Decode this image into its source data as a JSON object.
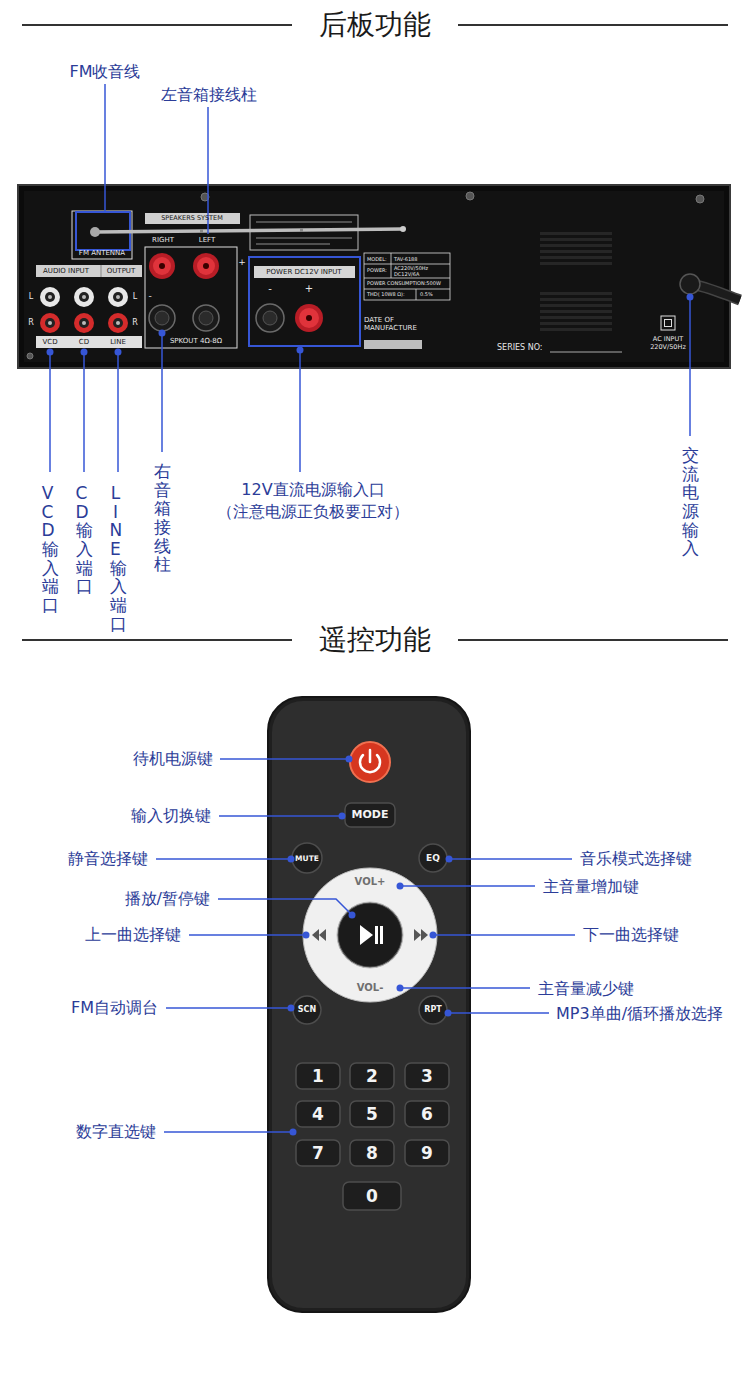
{
  "diagram": {
    "title": "后板功能",
    "nodes": [
      {
        "text": [
          "MODE"
        ]
      },
      {
        "text": [
          "MUTE"
        ]
      },
      {
        "text": [
          "EQ"
        ]
      },
      {
        "text": [
          "VOL+",
          "VOL-"
        ]
      },
      {
        "text": [
          "SCN"
        ]
      },
      {
        "text": [
          "RPT"
        ]
      },
      {
        "text": [
          "1"
        ]
      },
      {
        "text": [
          "2"
        ]
      },
      {
        "text": [
          "3"
        ]
      },
      {
        "text": [
          "4"
        ]
      },
      {
        "text": [
          "5"
        ]
      },
      {
        "text": [
          "6"
        ]
      },
      {
        "text": [
          "7"
        ]
      },
      {
        "text": [
          "8"
        ]
      },
      {
        "text": [
          "9"
        ]
      },
      {
        "text": [
          "0"
        ]
      }
    ],
    "labels": [
      "FM收音线",
      "左音箱接线柱",
      "FM ANTENNA",
      "SPEAKERS SYSTEM",
      "RIGHT",
      "LEFT",
      "+",
      "-",
      "SPKOUT 4Ω-8Ω",
      "AUDIO INPUT",
      "OUTPUT",
      "L",
      "R",
      "L",
      "R",
      "VCD",
      "CD",
      "LINE",
      "POWER DC12V INPUT",
      "-",
      "+",
      "MODEL:",
      "TAV-6188",
      "POWER:",
      "AC220V/50Hz DC12V/6A",
      "POWER CONSUMPTION:500W",
      "THD( 10W8 Ω):",
      "0.5%",
      "DATE OF MANUFACTURE",
      "SERIES NO:",
      "AC INPUT 220V/50Hz",
      "VCD输入端口",
      "CD输入端口",
      "LINE输入端口",
      "右音箱接线柱",
      "12V直流电源输入口",
      "（注意电源正负极要正对）",
      "交流电源输入",
      "遥控功能",
      "待机电源键",
      "输入切换键",
      "静音选择键",
      "音乐模式选择键",
      "主音量增加键",
      "播放/暂停键",
      "上一曲选择键",
      "下一曲选择键",
      "主音量减少键",
      "FM自动调台",
      "MP3单曲/循环播放选择",
      "数字直选键"
    ]
  }
}
